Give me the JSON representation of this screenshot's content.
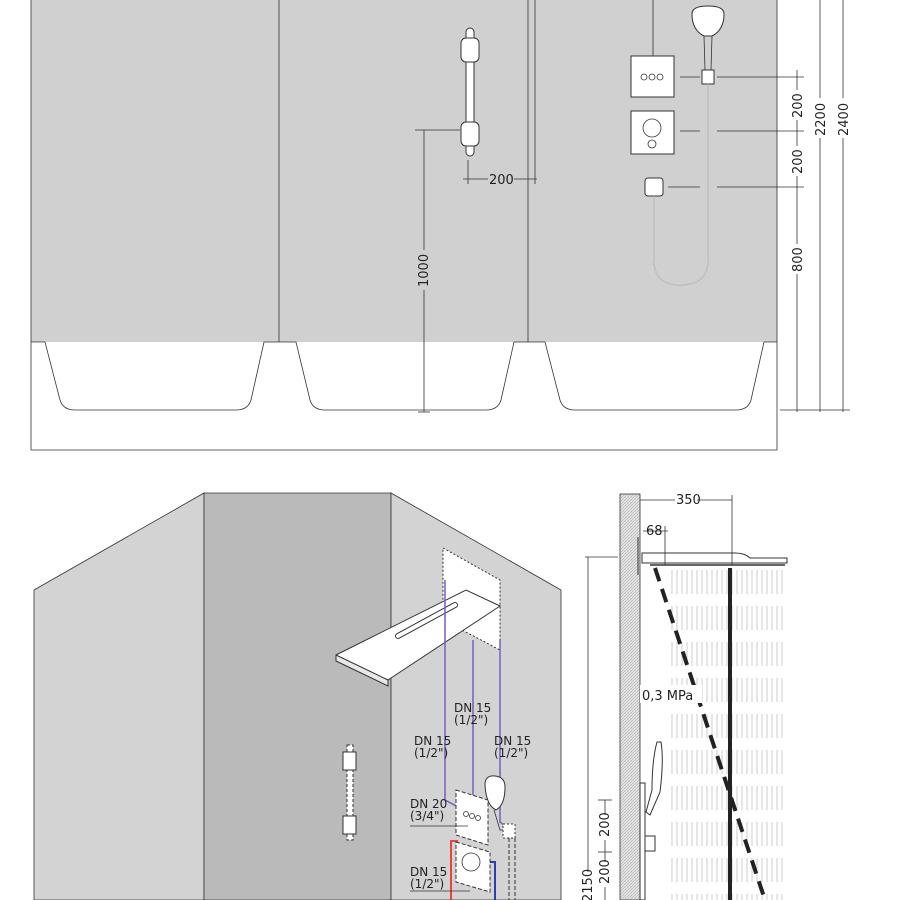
{
  "front_view": {
    "dims": {
      "rail_spacing": "200",
      "rail_height": "1000",
      "control_spacing_upper": "200",
      "control_spacing_lower": "200",
      "hose_outlet_height": "800",
      "control_height": "2200",
      "overall_height": "2400"
    }
  },
  "iso_view": {
    "pipes": [
      {
        "size": "DN 15",
        "inch": "(1/2\")"
      },
      {
        "size": "DN 15",
        "inch": "(1/2\")"
      },
      {
        "size": "DN 15",
        "inch": "(1/2\")"
      },
      {
        "size": "DN 20",
        "inch": "(3/4\")"
      },
      {
        "size": "DN 15",
        "inch": "(1/2\")"
      }
    ],
    "colors": {
      "hot": "#e8453c",
      "cold": "#2a3fb0",
      "mixed": "#7a5cc0"
    }
  },
  "side_view": {
    "dims": {
      "projection": "350",
      "arm_offset": "68",
      "pressure": "0,3 MPa",
      "spacing_a": "200",
      "spacing_b": "200",
      "head_height": "2150"
    }
  }
}
